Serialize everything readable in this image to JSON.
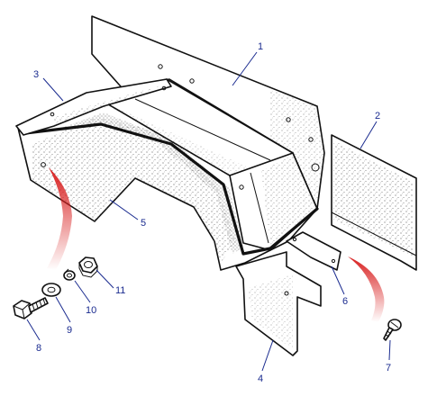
{
  "callouts": [
    {
      "id": "1",
      "label": "1"
    },
    {
      "id": "2",
      "label": "2"
    },
    {
      "id": "3",
      "label": "3"
    },
    {
      "id": "4",
      "label": "4"
    },
    {
      "id": "5",
      "label": "5"
    },
    {
      "id": "6",
      "label": "6"
    },
    {
      "id": "7",
      "label": "7"
    },
    {
      "id": "8",
      "label": "8"
    },
    {
      "id": "9",
      "label": "9"
    },
    {
      "id": "10",
      "label": "10"
    },
    {
      "id": "11",
      "label": "11"
    }
  ],
  "colors": {
    "line": "#111111",
    "callout": "#1a2b8f",
    "arrow": "#d81e1e"
  }
}
